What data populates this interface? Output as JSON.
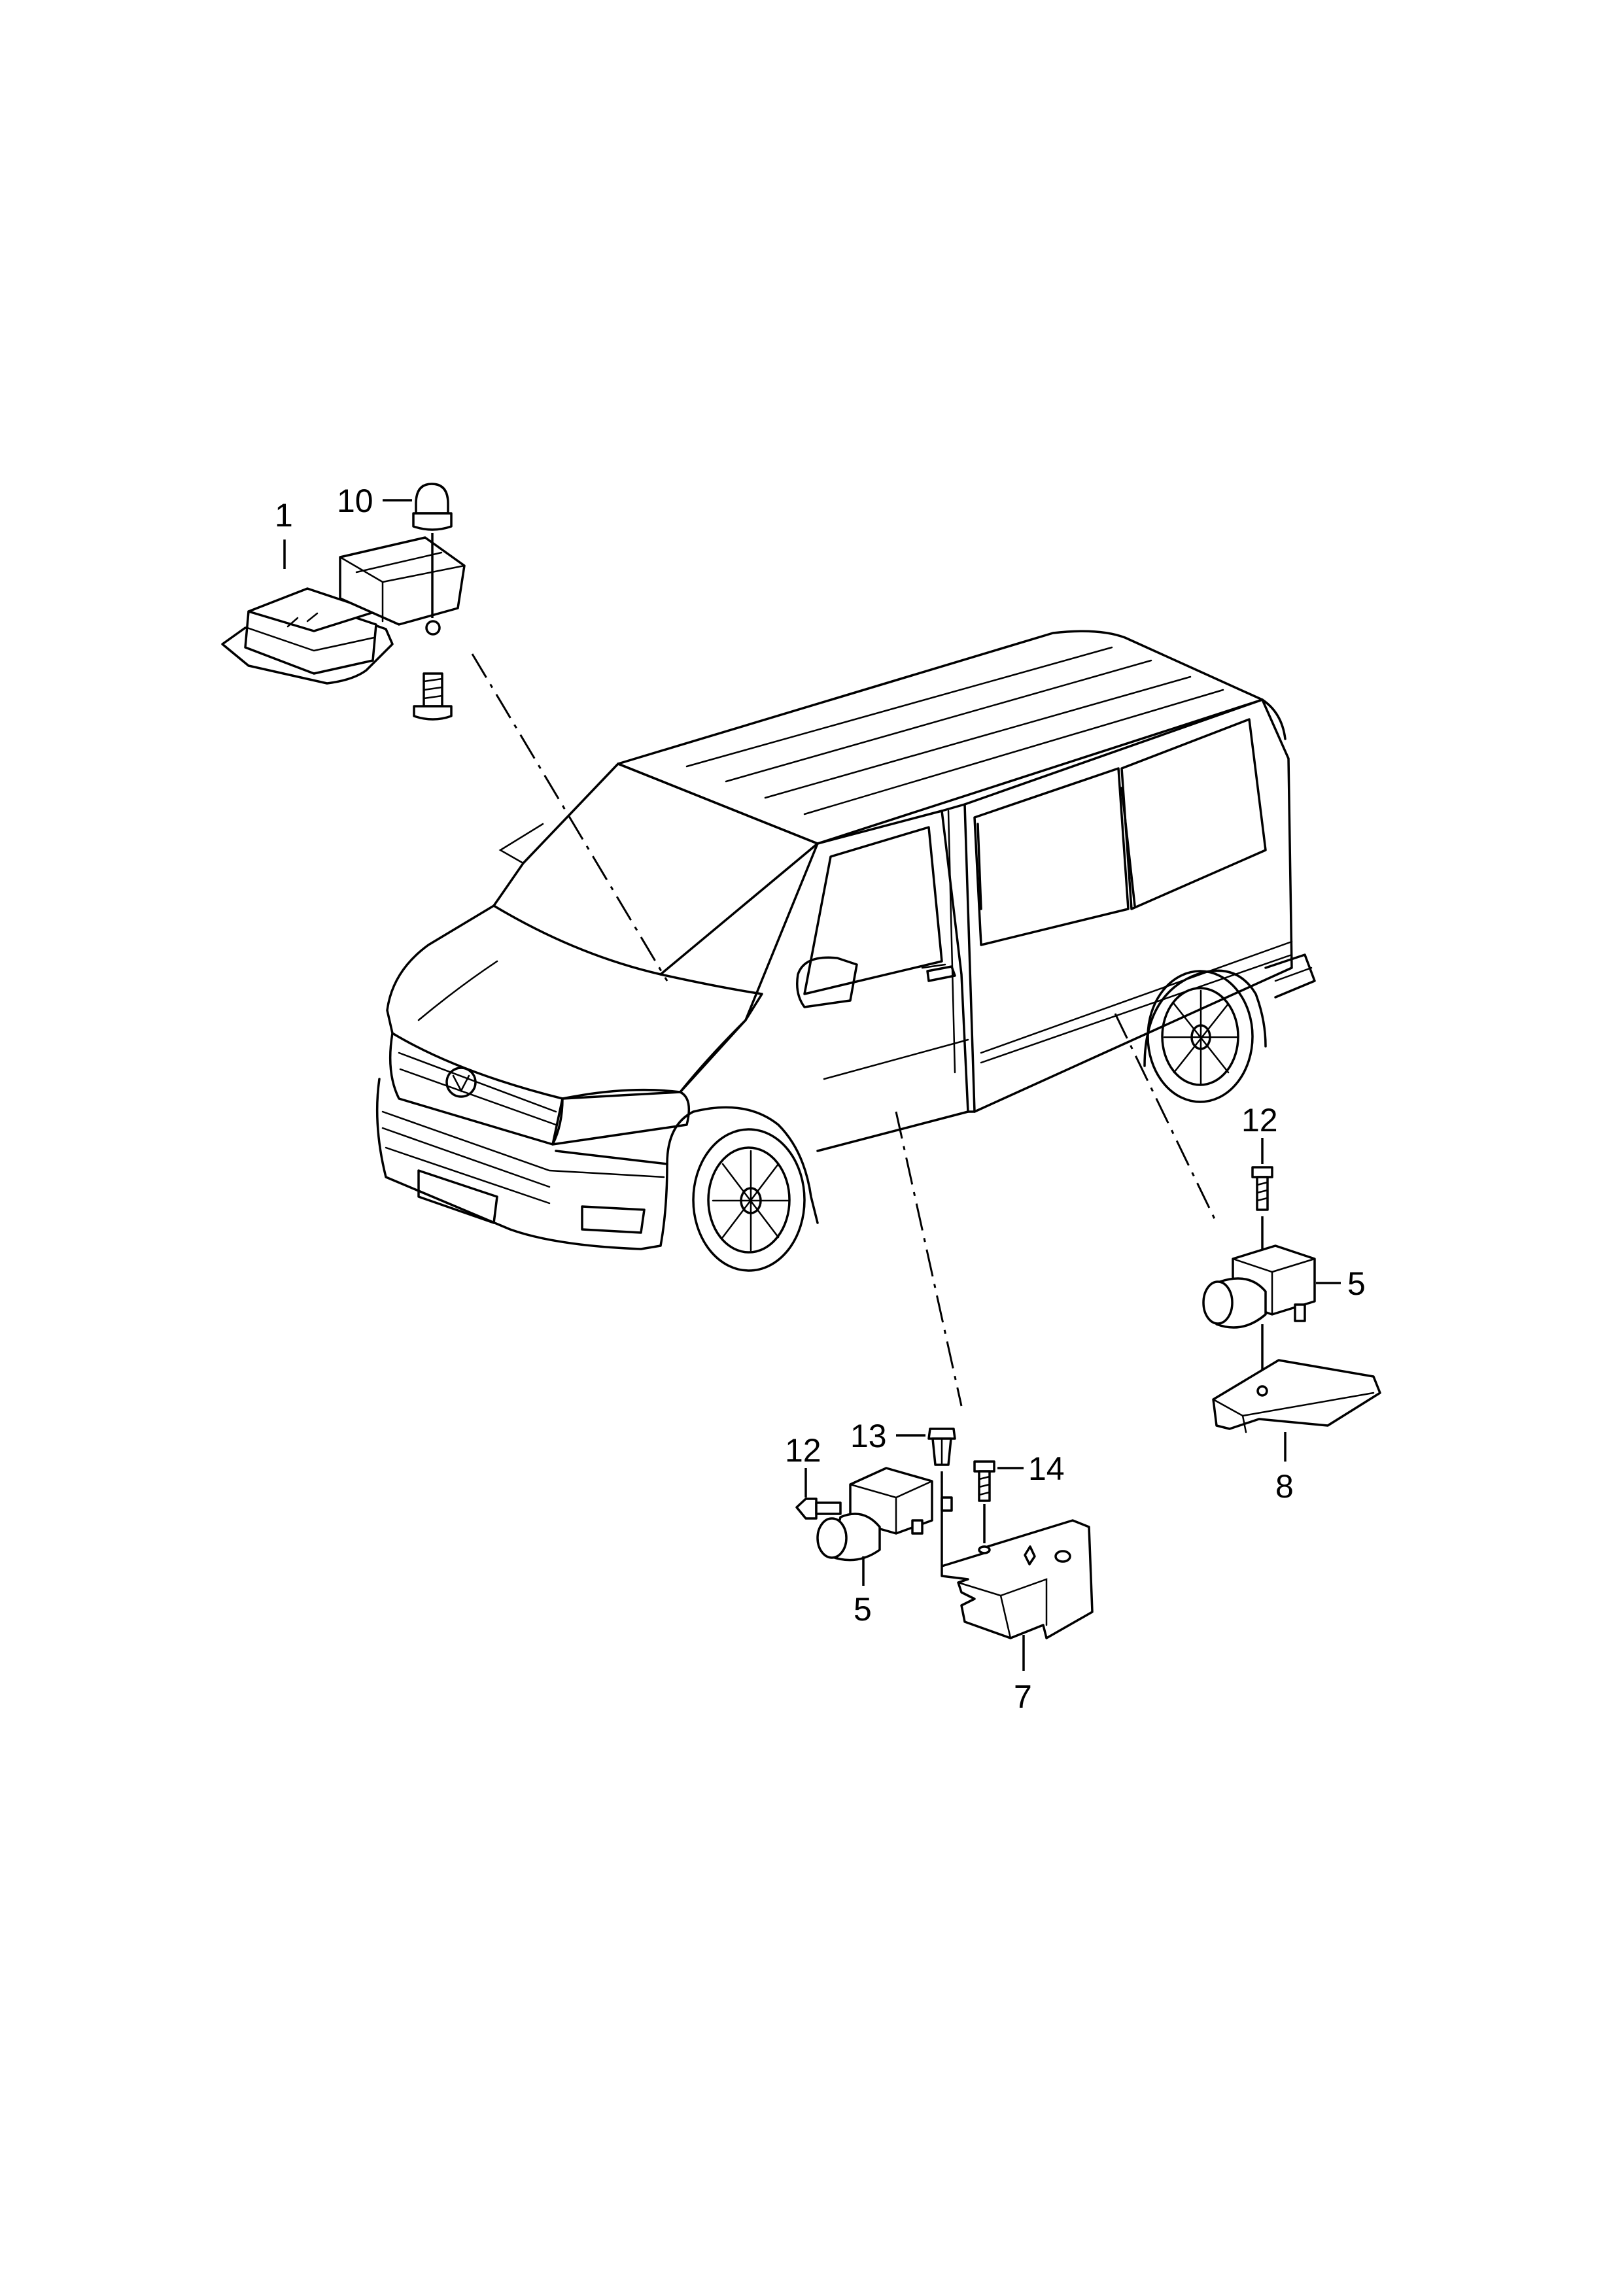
{
  "callouts": [
    {
      "id": "c1",
      "text": "1"
    },
    {
      "id": "c10",
      "text": "10"
    },
    {
      "id": "c12a",
      "text": "12"
    },
    {
      "id": "c5a",
      "text": "5"
    },
    {
      "id": "c8",
      "text": "8"
    },
    {
      "id": "c12b",
      "text": "12"
    },
    {
      "id": "c13",
      "text": "13"
    },
    {
      "id": "c14",
      "text": "14"
    },
    {
      "id": "c5b",
      "text": "5"
    },
    {
      "id": "c7",
      "text": "7"
    }
  ]
}
